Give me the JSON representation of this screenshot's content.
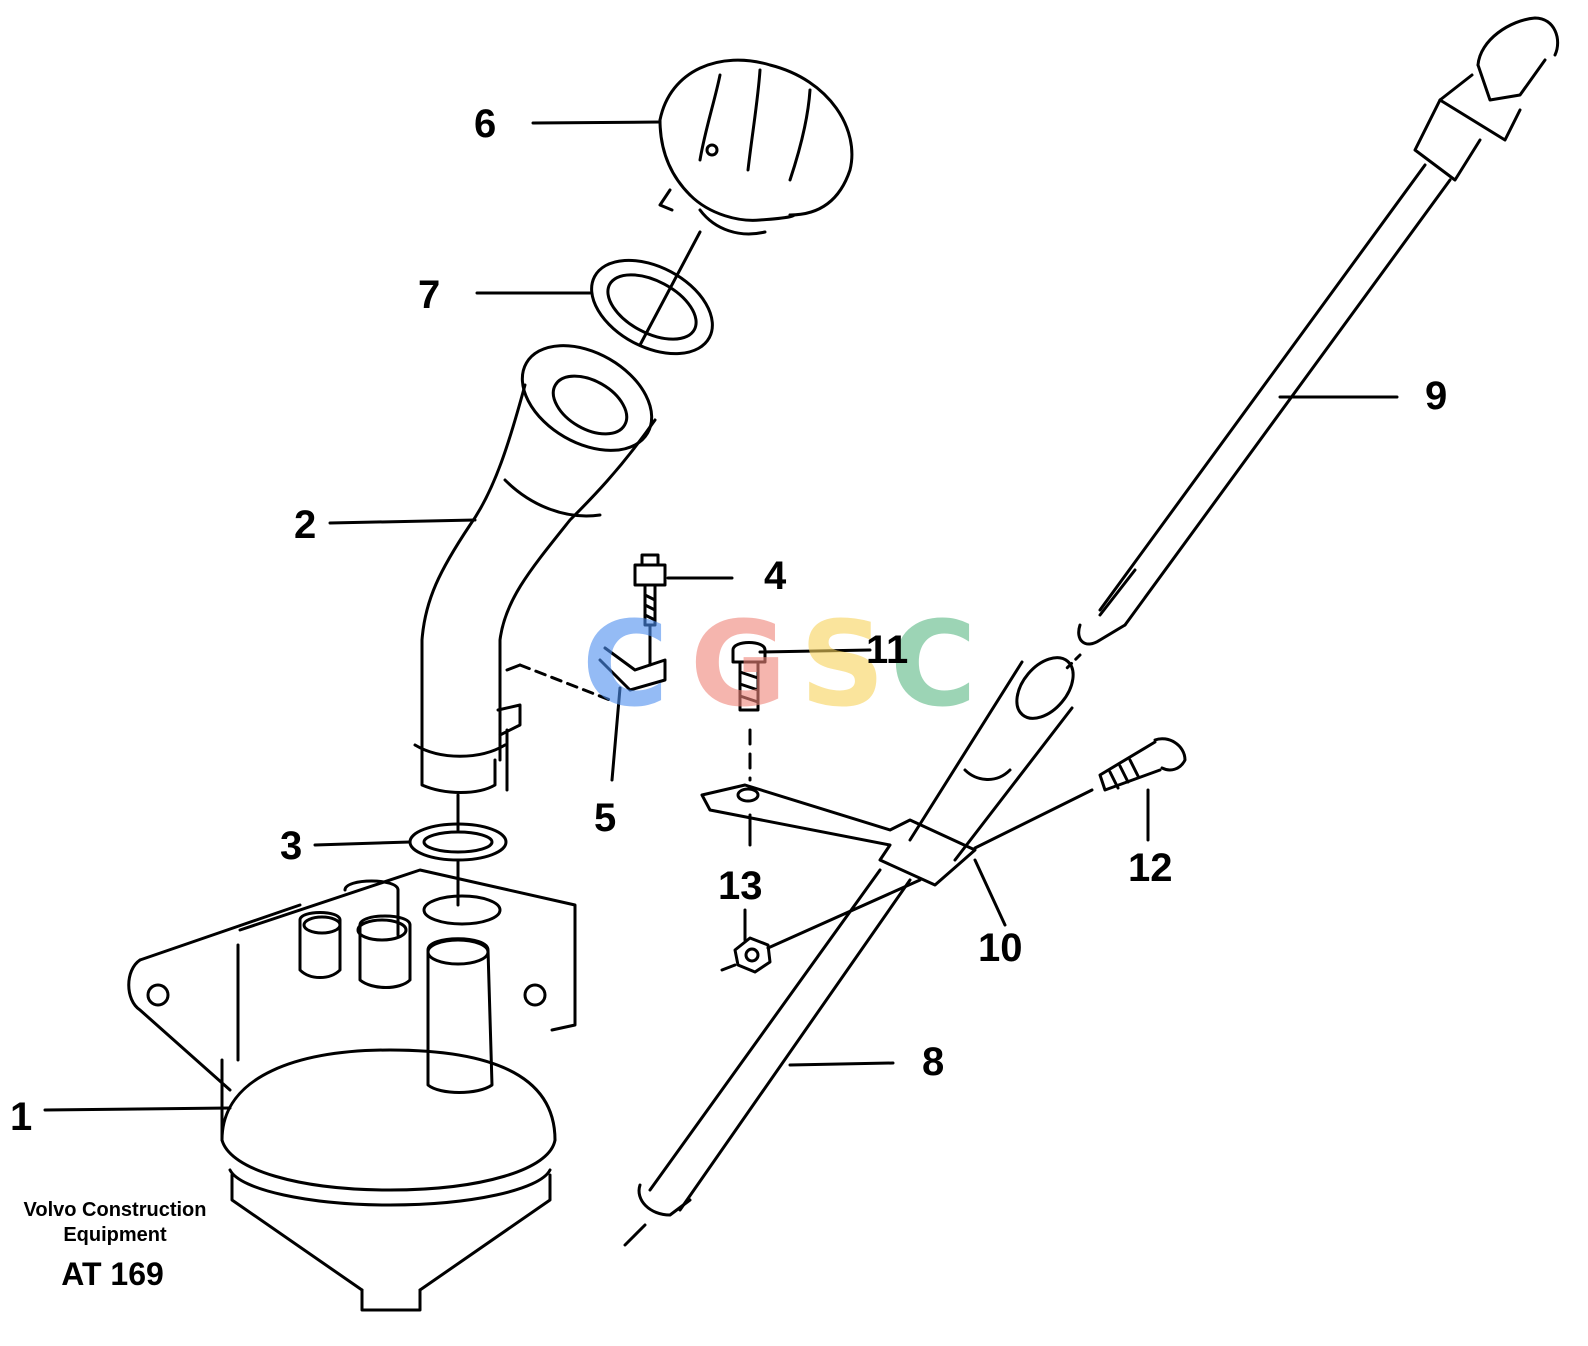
{
  "diagram": {
    "callouts": [
      {
        "id": "1",
        "label": "1"
      },
      {
        "id": "2",
        "label": "2"
      },
      {
        "id": "3",
        "label": "3"
      },
      {
        "id": "4",
        "label": "4"
      },
      {
        "id": "5",
        "label": "5"
      },
      {
        "id": "6",
        "label": "6"
      },
      {
        "id": "7",
        "label": "7"
      },
      {
        "id": "8",
        "label": "8"
      },
      {
        "id": "9",
        "label": "9"
      },
      {
        "id": "10",
        "label": "10"
      },
      {
        "id": "11",
        "label": "11"
      },
      {
        "id": "12",
        "label": "12"
      },
      {
        "id": "13",
        "label": "13"
      }
    ]
  },
  "footer": {
    "company_line1": "Volvo Construction",
    "company_line2": "Equipment",
    "code": "AT 169"
  },
  "watermark": {
    "letters": [
      "C",
      "G",
      "S",
      "C"
    ],
    "colors": [
      "#4e8ff0",
      "#f0857a",
      "#f7d35c",
      "#5cb885"
    ]
  }
}
